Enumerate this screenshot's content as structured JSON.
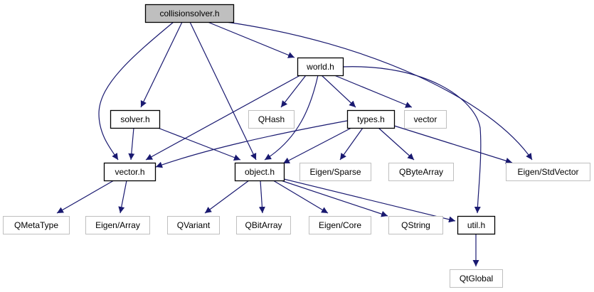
{
  "diagram": {
    "type": "include-dependency-graph",
    "edge_color": "#191970",
    "nodes": [
      {
        "id": "collisionsolver",
        "label": "collisionsolver.h",
        "kind": "root"
      },
      {
        "id": "world",
        "label": "world.h",
        "kind": "internal"
      },
      {
        "id": "solver",
        "label": "solver.h",
        "kind": "internal"
      },
      {
        "id": "qhash",
        "label": "QHash",
        "kind": "external"
      },
      {
        "id": "types",
        "label": "types.h",
        "kind": "internal"
      },
      {
        "id": "vector_std",
        "label": "vector",
        "kind": "external"
      },
      {
        "id": "vectorh",
        "label": "vector.h",
        "kind": "internal"
      },
      {
        "id": "objecth",
        "label": "object.h",
        "kind": "internal"
      },
      {
        "id": "eigen_sparse",
        "label": "Eigen/Sparse",
        "kind": "external"
      },
      {
        "id": "qbytearray",
        "label": "QByteArray",
        "kind": "external"
      },
      {
        "id": "eigen_stdvector",
        "label": "Eigen/StdVector",
        "kind": "external"
      },
      {
        "id": "qmetatype",
        "label": "QMetaType",
        "kind": "external"
      },
      {
        "id": "eigen_array",
        "label": "Eigen/Array",
        "kind": "external"
      },
      {
        "id": "qvariant",
        "label": "QVariant",
        "kind": "external"
      },
      {
        "id": "qbitarray",
        "label": "QBitArray",
        "kind": "external"
      },
      {
        "id": "eigen_core",
        "label": "Eigen/Core",
        "kind": "external"
      },
      {
        "id": "qstring",
        "label": "QString",
        "kind": "external"
      },
      {
        "id": "utilh",
        "label": "util.h",
        "kind": "internal"
      },
      {
        "id": "qtglobal",
        "label": "QtGlobal",
        "kind": "external"
      }
    ],
    "edges": [
      [
        "collisionsolver",
        "world"
      ],
      [
        "collisionsolver",
        "solver"
      ],
      [
        "collisionsolver",
        "vectorh"
      ],
      [
        "collisionsolver",
        "objecth"
      ],
      [
        "collisionsolver",
        "eigen_stdvector"
      ],
      [
        "world",
        "qhash"
      ],
      [
        "world",
        "types"
      ],
      [
        "world",
        "vector_std"
      ],
      [
        "world",
        "vectorh"
      ],
      [
        "world",
        "objecth"
      ],
      [
        "world",
        "utilh"
      ],
      [
        "solver",
        "vectorh"
      ],
      [
        "solver",
        "objecth"
      ],
      [
        "types",
        "vectorh"
      ],
      [
        "types",
        "objecth"
      ],
      [
        "types",
        "eigen_sparse"
      ],
      [
        "types",
        "qbytearray"
      ],
      [
        "types",
        "eigen_stdvector"
      ],
      [
        "vectorh",
        "qmetatype"
      ],
      [
        "vectorh",
        "eigen_array"
      ],
      [
        "objecth",
        "qvariant"
      ],
      [
        "objecth",
        "qbitarray"
      ],
      [
        "objecth",
        "eigen_core"
      ],
      [
        "objecth",
        "qstring"
      ],
      [
        "objecth",
        "utilh"
      ],
      [
        "utilh",
        "qtglobal"
      ]
    ]
  }
}
